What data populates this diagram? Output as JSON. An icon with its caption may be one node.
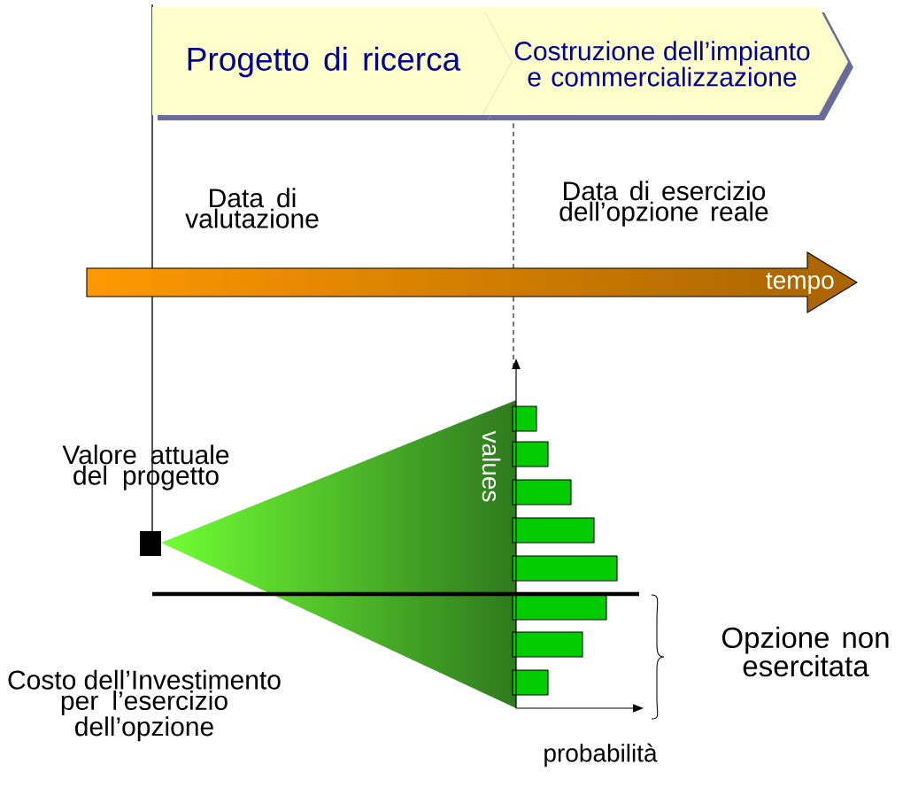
{
  "diagram": {
    "nodes": [
      {
        "text": [
          "Progetto di ricerca"
        ]
      },
      {
        "text": [
          "Costruzione dell’impianto e commercializzazione"
        ]
      },
      {
        "text": [
          "tempo"
        ]
      }
    ],
    "labels": [
      "Data di valutazione",
      "Data di esercizio dell’opzione reale",
      "Valore attuale del progetto",
      "values",
      "Costo dell’Investimento per l’esercizio dell’opzione",
      "Opzione non esercitata",
      "probabilità"
    ]
  }
}
